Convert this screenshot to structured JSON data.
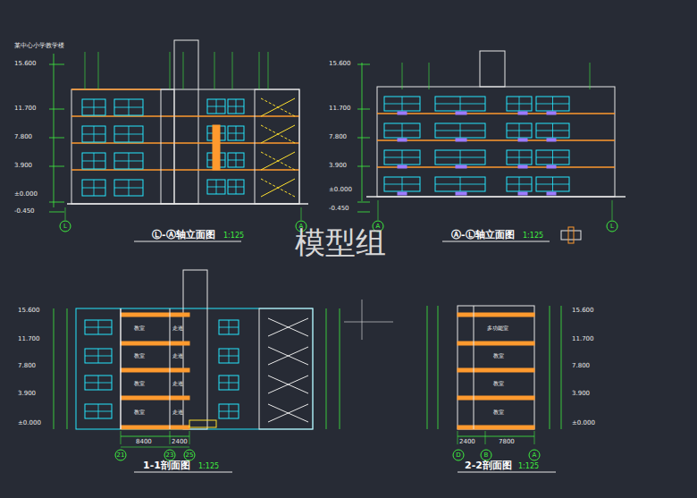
{
  "diagram": {
    "labels": [
      "模型组",
      "Ⓛ-Ⓐ轴立面图",
      "1:125",
      "Ⓐ-Ⓛ轴立面图",
      "1:125",
      "1-1剖面图",
      "1:125",
      "2-2剖面图",
      "1:125",
      "15.600",
      "11.700",
      "7.800",
      "3.900",
      "±0.000",
      "-0.450",
      "15.600",
      "11.700",
      "7.800",
      "3.900",
      "±0.000",
      "-0.450",
      "15.600",
      "11.700",
      "7.800",
      "3.900",
      "±0.000",
      "15.600",
      "11.700",
      "7.800",
      "3.900",
      "±0.000",
      "教室",
      "教室",
      "教室",
      "教室",
      "走道",
      "走道",
      "走道",
      "走道",
      "多功能室",
      "教室",
      "教室",
      "教室",
      "8400",
      "2400",
      "2400",
      "7800",
      "L",
      "A",
      "A",
      "L",
      "21",
      "23",
      "25",
      "D",
      "B",
      "A",
      "某中心小学教学楼"
    ]
  }
}
